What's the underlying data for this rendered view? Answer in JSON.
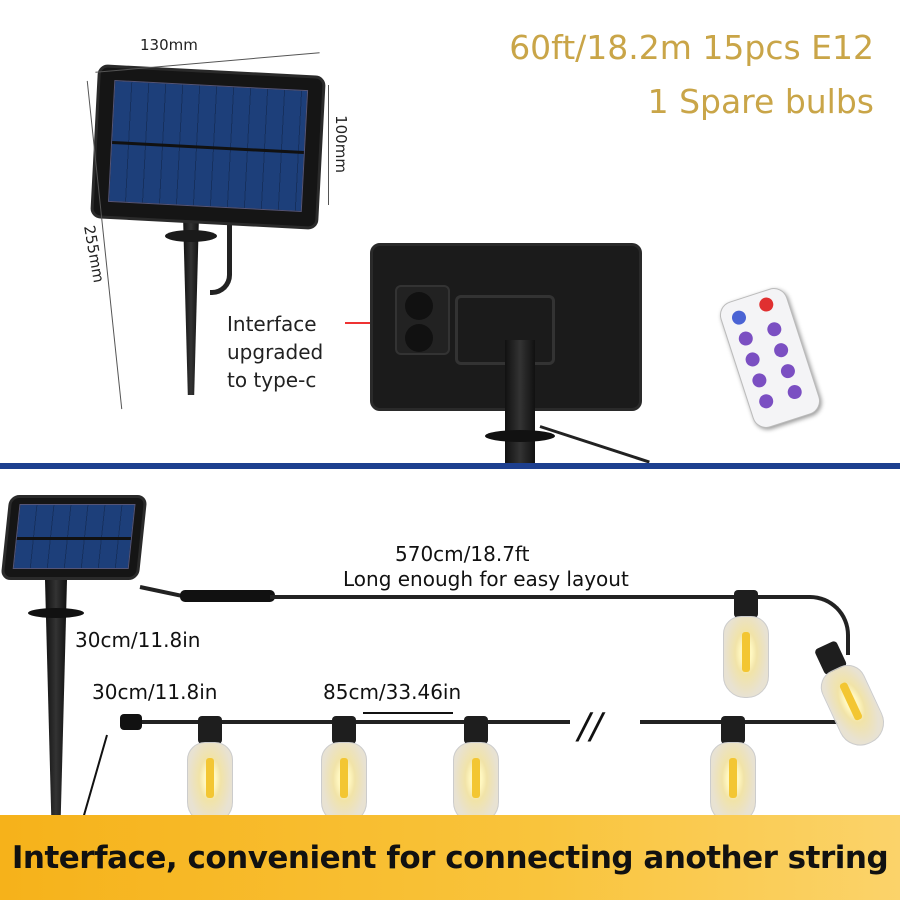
{
  "headline": {
    "line1": "60ft/18.2m 15pcs E12",
    "line2": "1 Spare bulbs"
  },
  "dimensions": {
    "width": "130mm",
    "height": "100mm",
    "total": "255mm"
  },
  "interface_note": [
    "Interface",
    "upgraded",
    "to type-c"
  ],
  "layout": {
    "cable_length": "570cm/18.7ft",
    "cable_note": "Long enough for easy layout",
    "panel_cable": "30cm/11.8in",
    "lead_cable": "30cm/11.8in",
    "bulb_spacing": "85cm/33.46in",
    "break_mark": "//"
  },
  "footer": "Interface, convenient for connecting another string",
  "colors": {
    "gold": "#c9a548",
    "divider": "#1d3f8f",
    "footer_bg": "#f5b31a"
  }
}
